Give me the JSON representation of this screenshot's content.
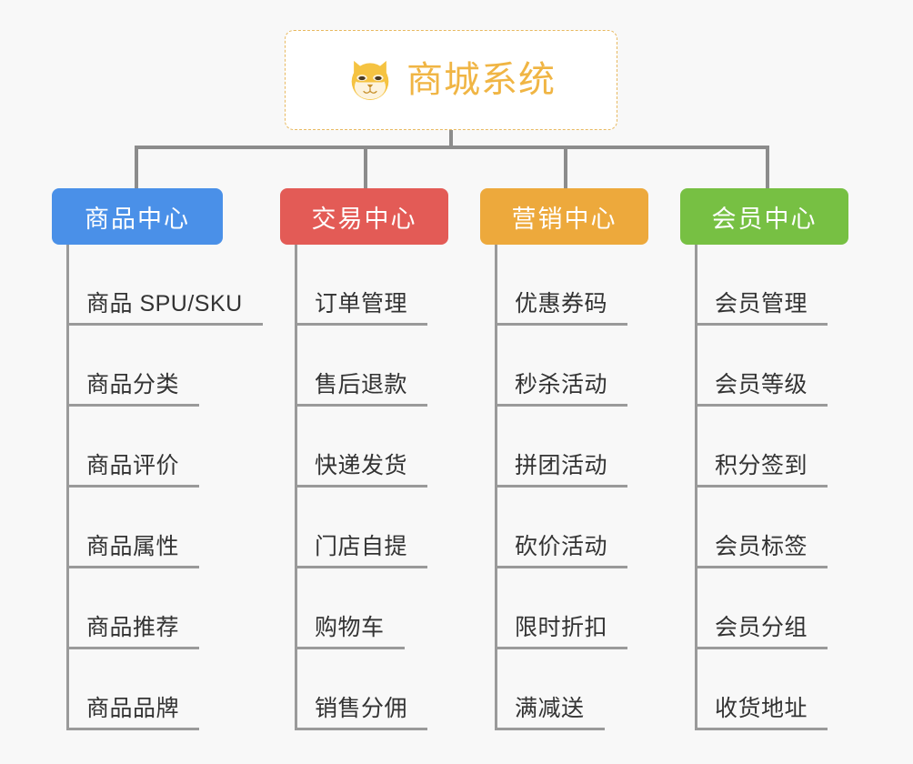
{
  "page": {
    "background_color": "#f8f8f8",
    "line_color": "#8c8c8c"
  },
  "root": {
    "title": "商城系统",
    "icon": "shiba-dog-face-icon",
    "text_color": "#f0b544",
    "border_color": "#e8b960",
    "background_color": "#ffffff"
  },
  "columns": [
    {
      "header": "商品中心",
      "color": "#4a90e8",
      "items": [
        "商品 SPU/SKU",
        "商品分类",
        "商品评价",
        "商品属性",
        "商品推荐",
        "商品品牌"
      ]
    },
    {
      "header": "交易中心",
      "color": "#e35b56",
      "items": [
        "订单管理",
        "售后退款",
        "快递发货",
        "门店自提",
        "购物车",
        "销售分佣"
      ]
    },
    {
      "header": "营销中心",
      "color": "#eda93c",
      "items": [
        "优惠券码",
        "秒杀活动",
        "拼团活动",
        "砍价活动",
        "限时折扣",
        "满减送"
      ]
    },
    {
      "header": "会员中心",
      "color": "#77c council",
      "items": [
        "会员管理",
        "会员等级",
        "积分签到",
        "会员标签",
        "会员分组",
        "收货地址"
      ]
    }
  ]
}
